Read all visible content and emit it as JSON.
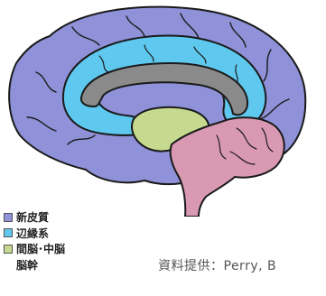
{
  "legend": {
    "items": [
      {
        "label": "新皮質",
        "color": "#8F92D8"
      },
      {
        "label": "辺縁系",
        "color": "#5FC8EE"
      },
      {
        "label": "間脳･中脳",
        "color": "#C6DA8F"
      },
      {
        "label": "脳幹",
        "color": ""
      }
    ]
  },
  "credit": "資料提供：Perry, B",
  "colors": {
    "cortex": "#8F92D8",
    "limbic": "#5FC8EE",
    "diencephalon": "#C6DA8F",
    "brainstem": "#D999B2",
    "corpus_callosum": "#8A8A8A",
    "outline": "#1A1A1A"
  }
}
